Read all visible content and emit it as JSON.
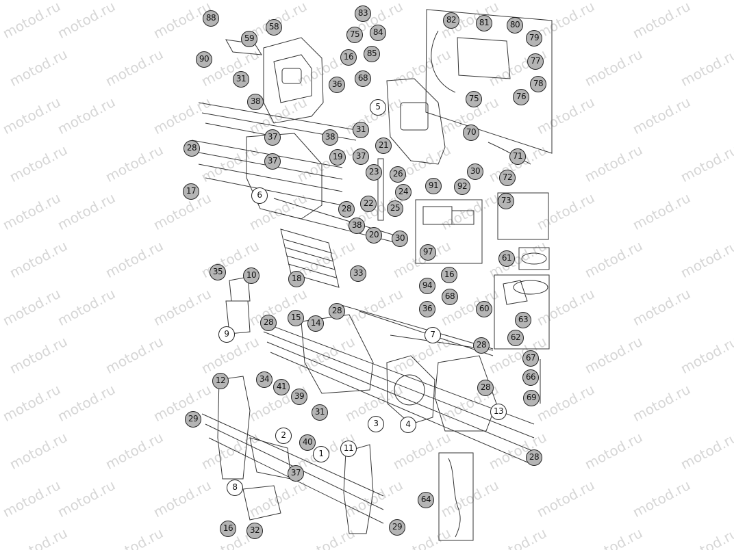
{
  "watermark": "motod.ru",
  "colors": {
    "line": "#333333",
    "badge_fill": "#b5b5b5",
    "watermark": "#c9c9c9"
  },
  "labels": {
    "l88": "88",
    "l58": "58",
    "l59": "59",
    "l90": "90",
    "l31a": "31",
    "l38a": "38",
    "l83": "83",
    "l75a": "75",
    "l84": "84",
    "l16a": "16",
    "l85": "85",
    "l36a": "36",
    "l68a": "68",
    "l82": "82",
    "l81": "81",
    "l80": "80",
    "l79": "79",
    "l77": "77",
    "l78": "78",
    "l75b": "75",
    "l76": "76",
    "l70": "70",
    "l71": "71",
    "l5": "5",
    "l31b": "31",
    "l38b": "38",
    "l37a": "37",
    "l21": "21",
    "l37b": "37",
    "l23": "23",
    "l26": "26",
    "l24": "24",
    "l30a": "30",
    "l28a": "28",
    "l37c": "37",
    "l19": "19",
    "l17": "17",
    "l6": "6",
    "l22": "22",
    "l25": "25",
    "l28b": "28",
    "l38c": "38",
    "l20": "20",
    "l30b": "30",
    "l91": "91",
    "l92": "92",
    "l97": "97",
    "l72": "72",
    "l73": "73",
    "l61": "61",
    "l18": "18",
    "l33": "33",
    "l35": "35",
    "l10": "10",
    "l9": "9",
    "l94": "94",
    "l16b": "16",
    "l68b": "68",
    "l36b": "36",
    "l60": "60",
    "l63": "63",
    "l62": "62",
    "l67": "67",
    "l66": "66",
    "l69": "69",
    "l28c": "28",
    "l15": "15",
    "l14": "14",
    "l28d": "28",
    "l7": "7",
    "l28e": "28",
    "l28f": "28",
    "l12": "12",
    "l34": "34",
    "l41": "41",
    "l39": "39",
    "l29a": "29",
    "l31c": "31",
    "l3": "3",
    "l4": "4",
    "l13": "13",
    "l40": "40",
    "l2": "2",
    "l1": "1",
    "l11": "11",
    "l28g": "28",
    "l37d": "37",
    "l8": "8",
    "l16c": "16",
    "l32": "32",
    "l29b": "29",
    "l64": "64"
  }
}
